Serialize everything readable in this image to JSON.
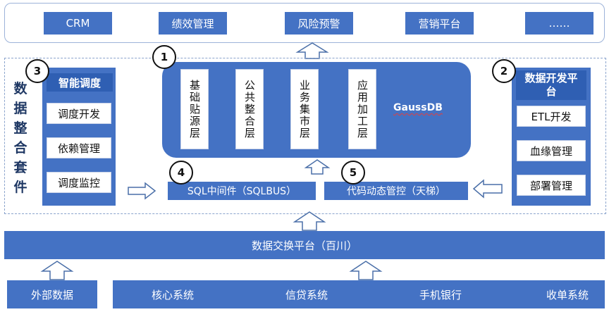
{
  "top_apps": [
    "CRM",
    "绩效管理",
    "风险预警",
    "营销平台",
    "……"
  ],
  "suite_title": "数据整合套件",
  "scheduling": {
    "badge": "3",
    "title": "智能调度",
    "items": [
      "调度开发",
      "依赖管理",
      "调度监控"
    ]
  },
  "dev_platform": {
    "badge": "2",
    "title": "数据开发平台",
    "items": [
      "ETL开发",
      "血缘管理",
      "部署管理"
    ]
  },
  "gaussdb": {
    "badge": "1",
    "label": "GaussDB",
    "layers": [
      "基础贴源层",
      "公共整合层",
      "业务集市层",
      "应用加工层"
    ]
  },
  "sql_middleware": {
    "badge": "4",
    "label": "SQL中间件（SQLBUS）"
  },
  "code_control": {
    "badge": "5",
    "label": "代码动态管控（天梯）"
  },
  "exchange_platform": "数据交换平台（百川）",
  "external_data": "外部数据",
  "source_systems": [
    "核心系统",
    "信贷系统",
    "手机银行",
    "收单系统"
  ],
  "colors": {
    "primary": "#4472c4",
    "title_text": "#1f3864"
  }
}
